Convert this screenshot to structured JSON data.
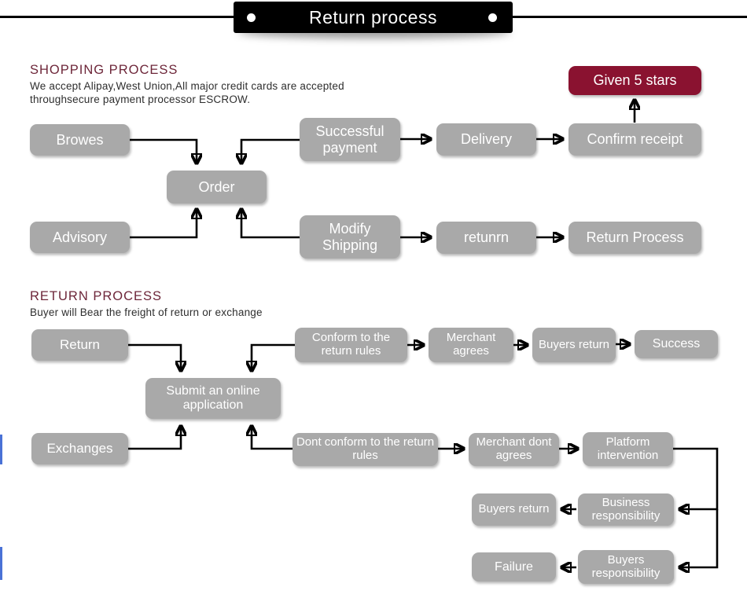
{
  "banner": {
    "title": "Return process"
  },
  "sections": {
    "shopping": {
      "heading": "SHOPPING PROCESS",
      "description_lines": [
        "We accept Alipay,West Union,All major credit cards are accepted",
        "throughsecure payment processor ESCROW."
      ]
    },
    "return": {
      "heading": "RETURN PROCESS",
      "description_lines": [
        "Buyer will Bear the freight of return or exchange"
      ]
    }
  },
  "colors": {
    "node_gray": "#a9a9a9",
    "accent_maroon": "#8a1230",
    "heading_maroon": "#6d2639",
    "line_black": "#000000"
  },
  "nodes": {
    "browes": {
      "label": "Browes"
    },
    "order": {
      "label": "Order"
    },
    "successful_payment": {
      "label": "Successful payment"
    },
    "delivery": {
      "label": "Delivery"
    },
    "confirm_receipt": {
      "label": "Confirm receipt"
    },
    "given_5_stars": {
      "label": "Given 5 stars"
    },
    "advisory": {
      "label": "Advisory"
    },
    "modify_shipping": {
      "label": "Modify Shipping"
    },
    "retunrn": {
      "label": "retunrn"
    },
    "return_process": {
      "label": "Return Process"
    },
    "return": {
      "label": "Return"
    },
    "conform_rules": {
      "label": "Conform to the return rules"
    },
    "merchant_agrees": {
      "label": "Merchant agrees"
    },
    "buyers_return_a": {
      "label": "Buyers return"
    },
    "success": {
      "label": "Success"
    },
    "submit_application": {
      "label": "Submit an online application"
    },
    "exchanges": {
      "label": "Exchanges"
    },
    "dont_conform_rules": {
      "label": "Dont conform to the return rules"
    },
    "merchant_dont_agrees": {
      "label": "Merchant dont agrees"
    },
    "platform_intervention": {
      "label": "Platform intervention"
    },
    "business_responsibility": {
      "label": "Business responsibility"
    },
    "buyers_return_b": {
      "label": "Buyers return"
    },
    "buyers_responsibility": {
      "label": "Buyers responsibility"
    },
    "failure": {
      "label": "Failure"
    }
  }
}
